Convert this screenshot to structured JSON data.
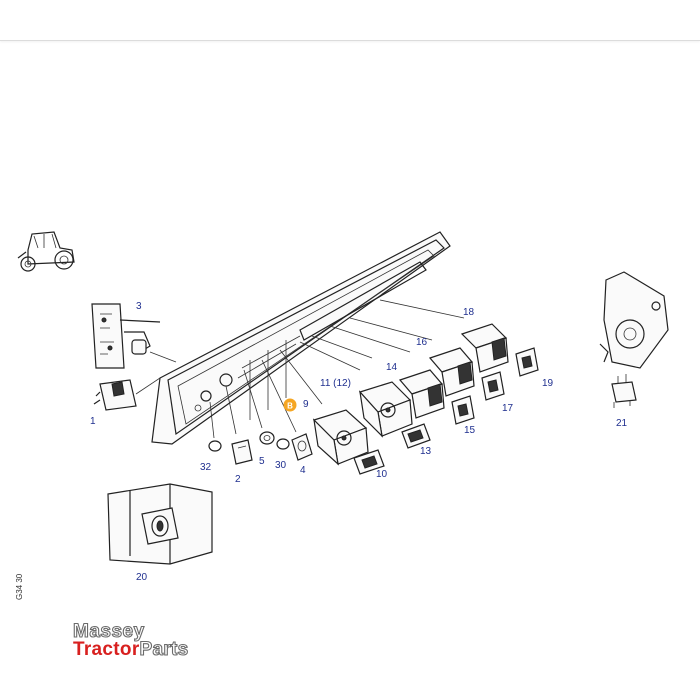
{
  "callouts": {
    "c1": "1",
    "c2": "2",
    "c3": "3",
    "c4": "4",
    "c5": "5",
    "c9": "9",
    "c10": "10",
    "c11": "11 (12)",
    "c13": "13",
    "c14": "14",
    "c15": "15",
    "c16": "16",
    "c17": "17",
    "c18": "18",
    "c19": "19",
    "c20": "20",
    "c21": "21",
    "c30": "30",
    "c32": "32"
  },
  "marker": {
    "letter": "B",
    "color": "#f5a623"
  },
  "side_code": "G34 30",
  "logo": {
    "line1": "Massey",
    "line2a": "Tractor",
    "line2b": "Parts",
    "brand_color": "#d8201f"
  },
  "colors": {
    "callout": "#1f2f8f",
    "linework": "#222222"
  }
}
